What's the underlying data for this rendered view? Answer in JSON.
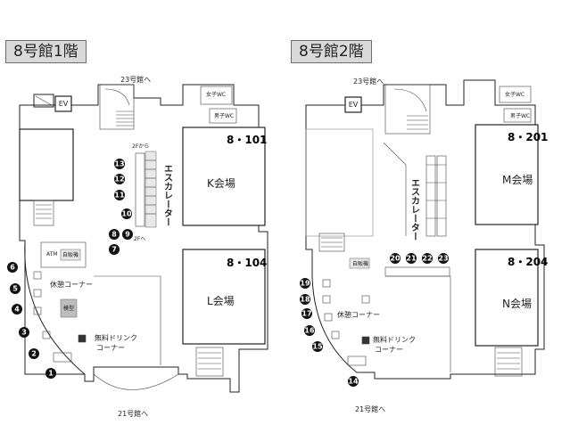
{
  "floor1": {
    "title": "8号館1階",
    "north_exit": "23号館へ",
    "south_exit": "21号館へ",
    "ev": "EV",
    "escalator": "エスカレーター",
    "from_2f": "2Fから",
    "to_2f": "2Fへ",
    "women_wc": "女子WC",
    "men_wc": "男子WC",
    "hall_k_num": "8・101",
    "hall_k": "K会場",
    "hall_l_num": "8・104",
    "hall_l": "L会場",
    "atm": "ATM",
    "kiosk": "自販機",
    "model": "模型",
    "rest_corner": "休憩コーナー",
    "drink_line1": "無料ドリンク",
    "drink_line2": "コーナー",
    "markers": [
      "1",
      "2",
      "3",
      "4",
      "5",
      "6",
      "7",
      "8",
      "9",
      "10",
      "11",
      "12",
      "13"
    ]
  },
  "floor2": {
    "title": "8号館2階",
    "north_exit": "23号館へ",
    "south_exit": "21号館へ",
    "ev": "EV",
    "escalator": "エスカレーター",
    "women_wc": "女子WC",
    "men_wc": "男子WC",
    "hall_m_num": "8・201",
    "hall_m": "M会場",
    "hall_n_num": "8・204",
    "hall_n": "N会場",
    "kiosk": "自販機",
    "rest_corner": "休憩コーナー",
    "drink_line1": "無料ドリンク",
    "drink_line2": "コーナー",
    "markers": [
      "14",
      "15",
      "16",
      "17",
      "18",
      "19",
      "20",
      "21",
      "22",
      "23"
    ]
  }
}
